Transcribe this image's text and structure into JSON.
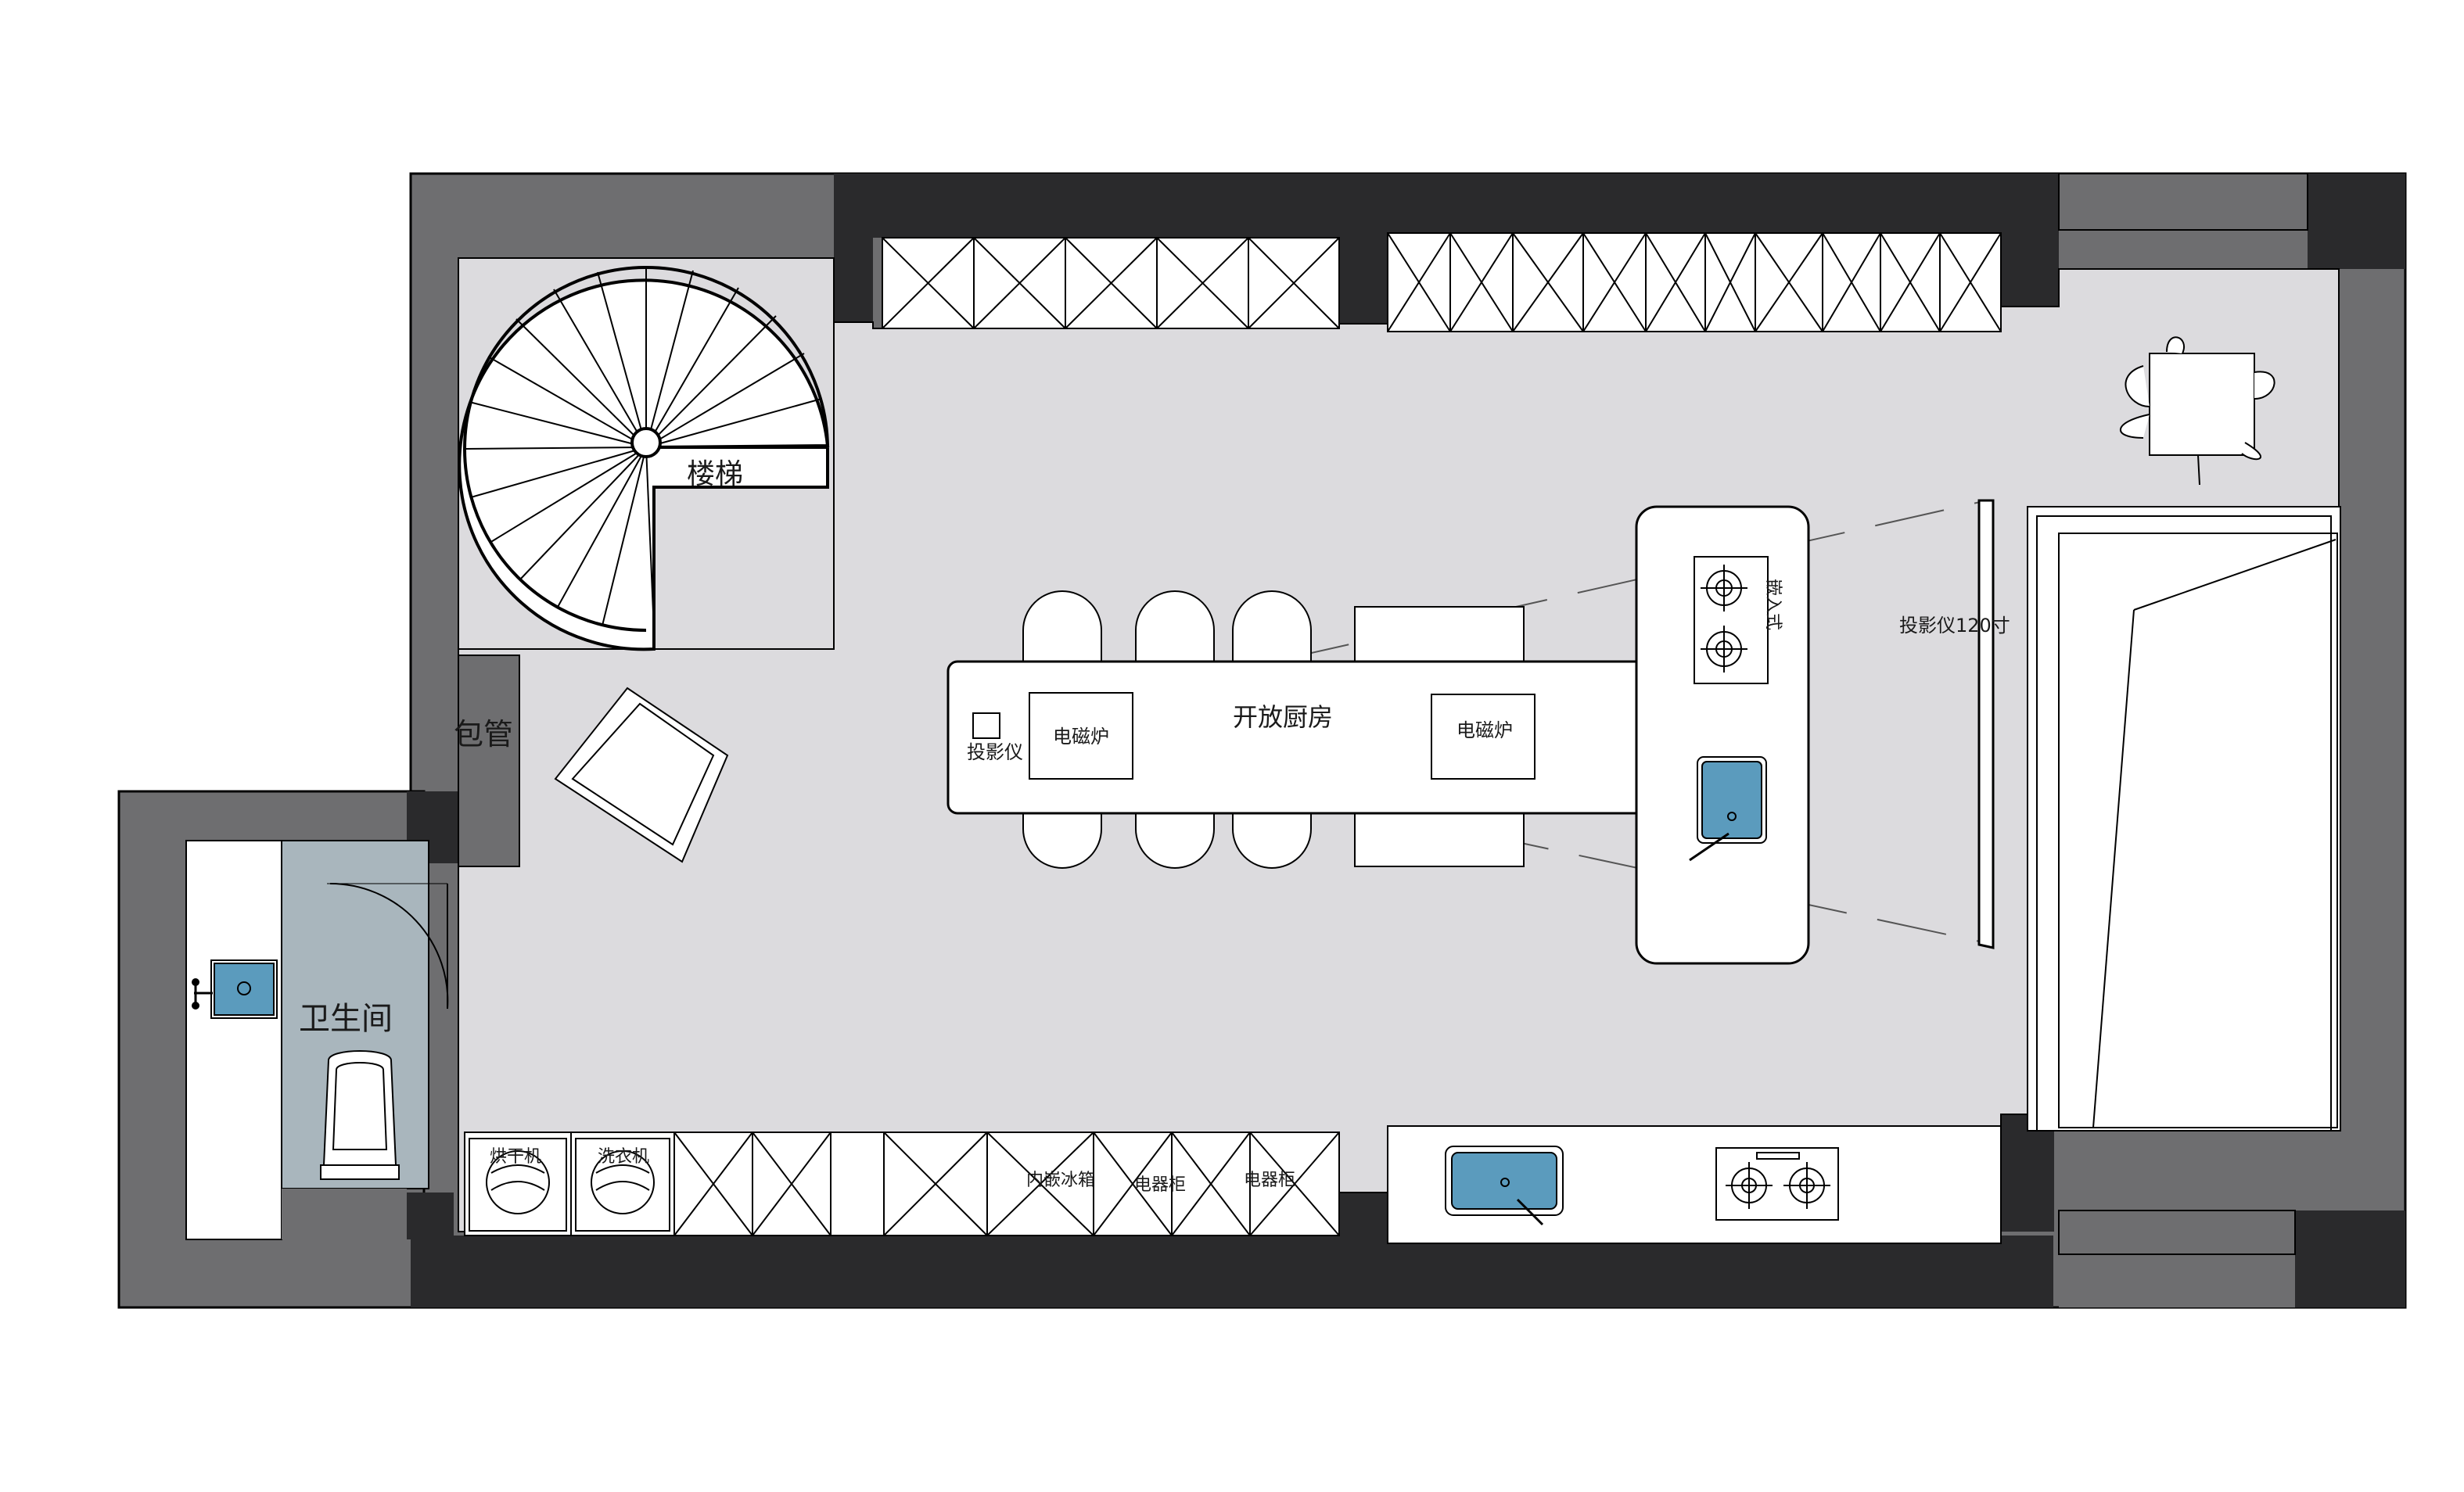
{
  "labels": {
    "stairs": "楼梯",
    "pipe": "包管",
    "bathroom": "卫生间",
    "open_kitchen": "开放厨房",
    "induction_left": "电磁炉",
    "induction_right": "电磁炉",
    "projector": "投影仪",
    "projector_screen": "投影仪120寸",
    "built_in_stove": "嵌入式",
    "dryer": "烘干机",
    "washer": "洗衣机",
    "fridge": "内嵌冰箱",
    "appliance_cab_1": "电器柜",
    "appliance_cab_2": "电器柜"
  },
  "colors": {
    "wall_dark": "#2a2a2c",
    "wall_gray": "#6e6e70",
    "floor": "#dcdbde",
    "bath_floor": "#a9b6bd",
    "sink_blue": "#5b9bbd",
    "cabinet": "#ffffff"
  }
}
